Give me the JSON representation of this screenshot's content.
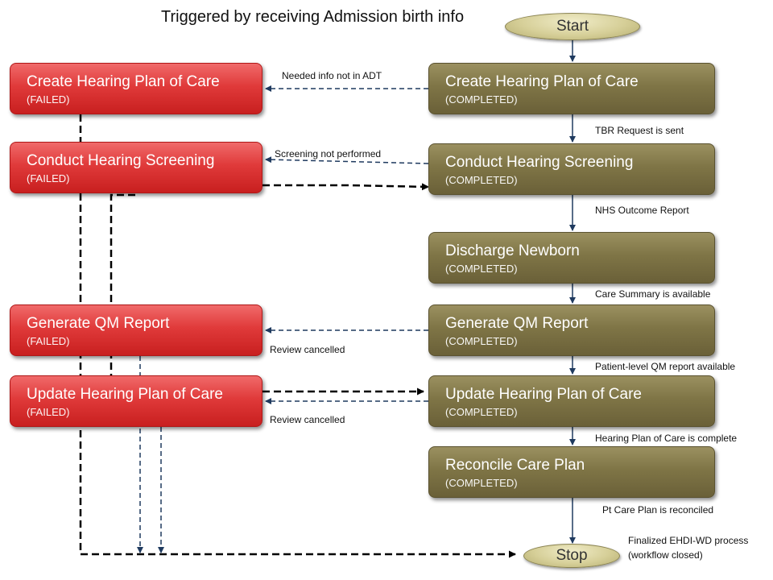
{
  "title": "Triggered by receiving Admission birth info",
  "start": "Start",
  "stop": "Stop",
  "failed_status": "(FAILED)",
  "completed_status": "(COMPLETED)",
  "failed": [
    {
      "label": "Create Hearing Plan of Care"
    },
    {
      "label": "Conduct Hearing Screening"
    },
    {
      "label": "Generate QM Report"
    },
    {
      "label": "Update Hearing Plan of Care"
    }
  ],
  "completed": [
    {
      "label": "Create Hearing Plan  of Care"
    },
    {
      "label": "Conduct Hearing Screening"
    },
    {
      "label": "Discharge Newborn"
    },
    {
      "label": "Generate QM Report"
    },
    {
      "label": "Update Hearing Plan of Care"
    },
    {
      "label": "Reconcile Care Plan"
    }
  ],
  "flow_labels": [
    "TBR Request is sent",
    "NHS Outcome Report",
    "Care Summary is available",
    "Patient-level QM report available",
    "Hearing Plan of Care is complete",
    "Pt Care Plan is reconciled"
  ],
  "failure_labels": [
    "Needed info not in ADT",
    "Screening  not performed",
    "Review cancelled",
    "Review cancelled"
  ],
  "end_note": [
    "Finalized EHDI-WD process",
    "(workflow closed)"
  ],
  "colors": {
    "failed": "#d42a2a",
    "completed": "#7f7546",
    "terminal": "#d6cf98"
  }
}
